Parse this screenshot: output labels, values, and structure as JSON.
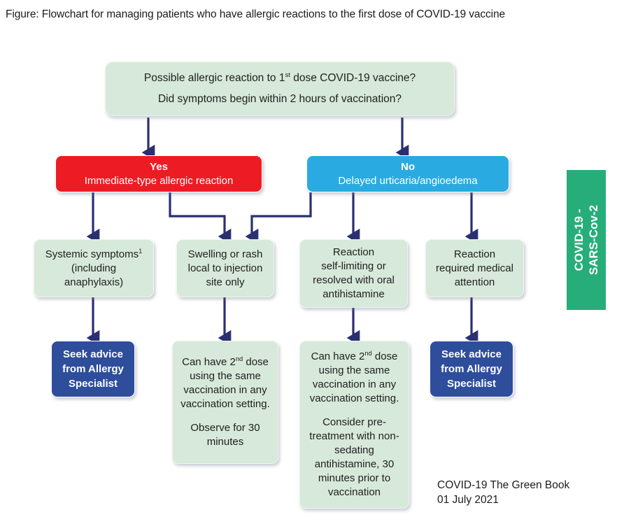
{
  "figure": {
    "title": "Figure: Flowchart for managing patients who have allergic reactions to the first dose of COVID-19 vaccine"
  },
  "question_node": {
    "line1_a": "Possible allergic reaction to 1",
    "line1_sup": "st",
    "line1_b": " dose COVID-19 vaccine?",
    "line2": "Did symptoms begin within 2 hours of vaccination?"
  },
  "branches": {
    "yes": {
      "heading": "Yes",
      "subtitle": "Immediate-type allergic reaction",
      "color": "#ed1c24"
    },
    "no": {
      "heading": "No",
      "subtitle": "Delayed urticaria/angioedema",
      "color": "#29abe2"
    }
  },
  "criteria": [
    {
      "line1_a": "Systemic symptoms",
      "line1_sup": "1",
      "line2": "(including",
      "line3": "anaphylaxis)"
    },
    {
      "line1": "Swelling or rash",
      "line2": "local to injection",
      "line3": "site only"
    },
    {
      "line1": "Reaction",
      "line2": "self-limiting or",
      "line3": "resolved with oral",
      "line4": "antihistamine"
    },
    {
      "line1": "Reaction",
      "line2": "required medical",
      "line3": "attention"
    }
  ],
  "outcomes": [
    {
      "type": "navy",
      "line1": "Seek advice",
      "line2": "from Allergy",
      "line3": "Specialist"
    },
    {
      "type": "green",
      "p1_a": "Can have 2",
      "p1_sup": "nd",
      "p1_b": " dose using the same vaccination in any vaccination setting.",
      "p2": "Observe for 30 minutes"
    },
    {
      "type": "green",
      "p1_a": "Can have 2",
      "p1_sup": "nd",
      "p1_b": " dose using the same vaccination in any vaccination setting.",
      "p2": "Consider pre-treatment with non-sedating antihistamine, 30 minutes prior to vaccination"
    },
    {
      "type": "navy",
      "line1": "Seek advice",
      "line2": "from Allergy",
      "line3": "Specialist"
    }
  ],
  "side_tab": {
    "line1": "COVID-19 -",
    "line2": "SARS-Cov-2",
    "color": "#27ad79"
  },
  "footer": {
    "line1": "COVID-19 The Green Book",
    "line2": "01 July 2021"
  },
  "connector_color": "#2b2f72"
}
